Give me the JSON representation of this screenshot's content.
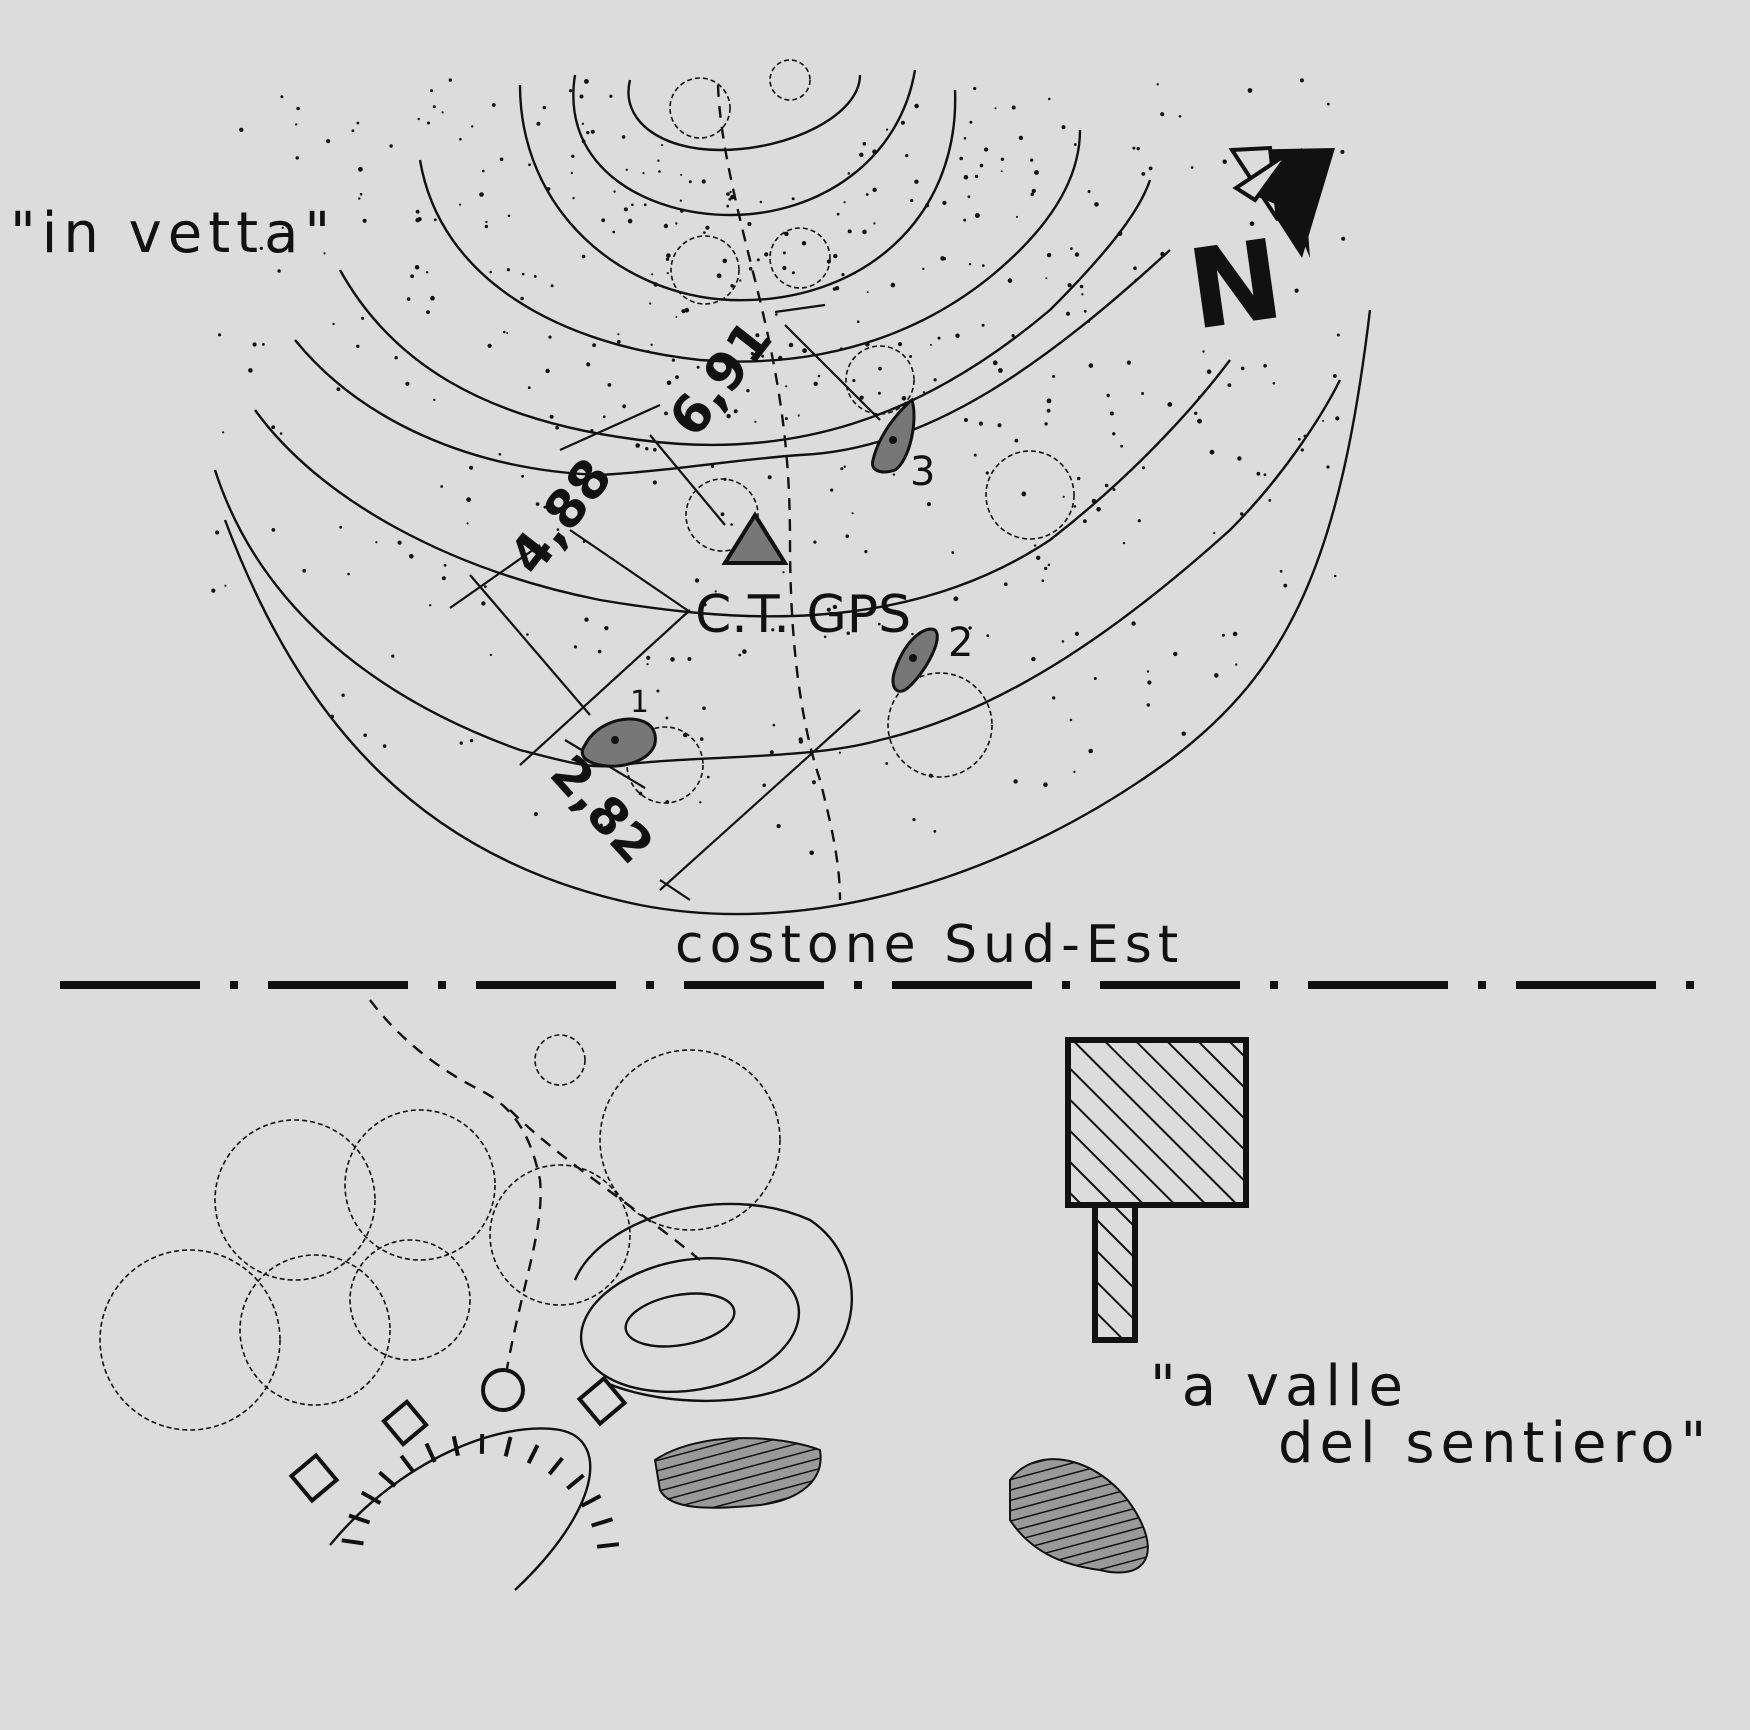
{
  "labels": {
    "summit": "\"in vetta\"",
    "ridge": "costone Sud-Est",
    "valley_line1": "\"a valle",
    "valley_line2": "del sentiero\"",
    "gps_station": "C.T. GPS",
    "north": "N"
  },
  "distances": {
    "d1": "6,91",
    "d2": "4,88",
    "d3": "2,82"
  },
  "markers": {
    "m1": "1",
    "m2": "2",
    "m3": "3"
  },
  "colors": {
    "background": "#dcdcdc",
    "ink": "#111111",
    "marker_fill": "#777777",
    "hatch_fill": "#bdbdbd"
  },
  "icons": {
    "north_arrow": "north-arrow-icon",
    "gps_station": "triangle-icon",
    "trees": "tree-canopy-icon",
    "building": "hatched-building-icon"
  }
}
